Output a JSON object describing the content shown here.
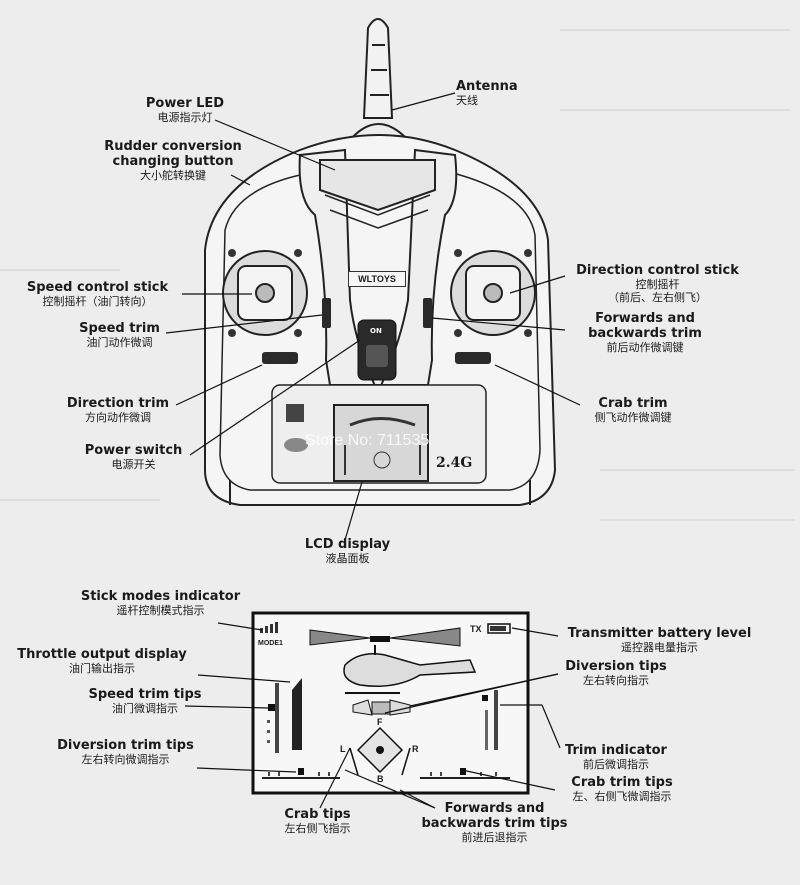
{
  "labels": {
    "antenna": {
      "en": "Antenna",
      "zh": "天线"
    },
    "power_led": {
      "en": "Power LED",
      "zh": "电源指示灯"
    },
    "rudder": {
      "en1": "Rudder conversion",
      "en2": "changing button",
      "zh": "大小舵转换键"
    },
    "speed_stick": {
      "en": "Speed control stick",
      "zh": "控制摇杆（油门转向）"
    },
    "speed_trim": {
      "en": "Speed trim",
      "zh": "油门动作微调"
    },
    "direction_trim": {
      "en": "Direction trim",
      "zh": "方向动作微调"
    },
    "power_switch": {
      "en": "Power switch",
      "zh": "电源开关"
    },
    "direction_stick": {
      "en": "Direction control stick",
      "zh1": "控制摇杆",
      "zh2": "（前后、左右侧飞）"
    },
    "fb_trim": {
      "en1": "Forwards and",
      "en2": "backwards trim",
      "zh": "前后动作微调键"
    },
    "crab_trim": {
      "en": "Crab trim",
      "zh": "侧飞动作微调键"
    },
    "lcd": {
      "en": "LCD display",
      "zh": "液晶面板"
    },
    "stick_modes": {
      "en": "Stick modes indicator",
      "zh": "遥杆控制模式指示"
    },
    "throttle_output": {
      "en": "Throttle output display",
      "zh": "油门输出指示"
    },
    "speed_trim_tips": {
      "en": "Speed trim tips",
      "zh": "油门微调指示"
    },
    "diversion_trim_tips": {
      "en": "Diversion trim tips",
      "zh": "左右转向微调指示"
    },
    "tx_battery": {
      "en": "Transmitter battery level",
      "zh": "遥控器电量指示"
    },
    "diversion_tips": {
      "en": "Diversion tips",
      "zh": "左右转向指示"
    },
    "trim_indicator": {
      "en": "Trim indicator",
      "zh": "前后微调指示"
    },
    "crab_trim_tips": {
      "en": "Crab trim tips",
      "zh": "左、右侧飞微调指示"
    },
    "crab_tips": {
      "en": "Crab tips",
      "zh": "左右侧飞指示"
    },
    "fb_trim_tips": {
      "en1": "Forwards and",
      "en2": "backwards trim tips",
      "zh": "前进后退指示"
    }
  },
  "device": {
    "brand": "WLTOYS",
    "power_label": "ON",
    "band": "2.4G",
    "watermark": "Store No: 711535"
  },
  "screen": {
    "mode": "MODE1",
    "tx": "TX",
    "letter_f": "F",
    "letter_b": "B",
    "letter_l": "L",
    "letter_r": "R"
  }
}
